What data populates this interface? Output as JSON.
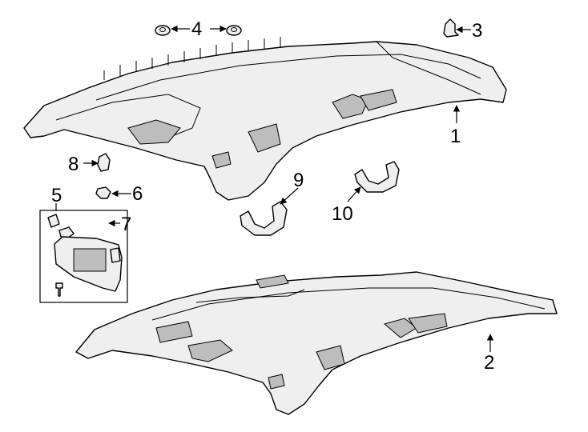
{
  "diagram": {
    "callouts": [
      {
        "id": "c1",
        "label": "1"
      },
      {
        "id": "c2",
        "label": "2"
      },
      {
        "id": "c3",
        "label": "3"
      },
      {
        "id": "c4",
        "label": "4"
      },
      {
        "id": "c5",
        "label": "5"
      },
      {
        "id": "c6",
        "label": "6"
      },
      {
        "id": "c7",
        "label": "7"
      },
      {
        "id": "c8",
        "label": "8"
      },
      {
        "id": "c9",
        "label": "9"
      },
      {
        "id": "c10",
        "label": "10"
      }
    ]
  },
  "colors": {
    "line": "#000000",
    "part_fill": "#efefef",
    "shade": "#bdbdbd",
    "background": "#ffffff"
  }
}
